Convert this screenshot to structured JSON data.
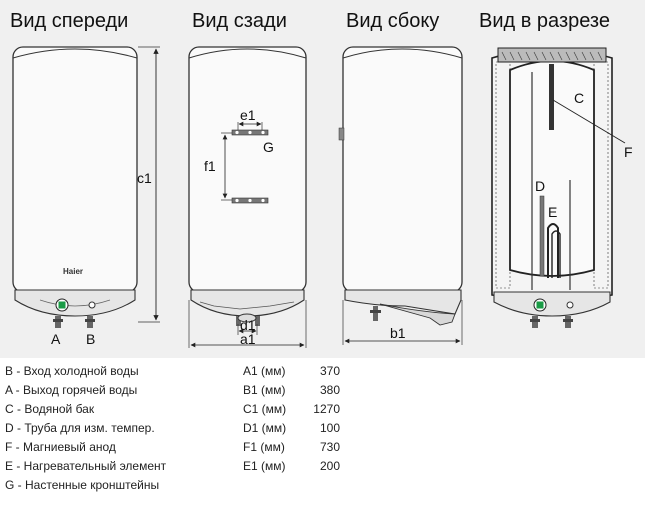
{
  "views": {
    "front": "Вид спереди",
    "back": "Вид сзади",
    "side": "Вид сбоку",
    "section": "Вид в разрезе"
  },
  "dimensions": {
    "a1": "a1",
    "b1": "b1",
    "c1": "c1",
    "d1": "d1",
    "e1": "e1",
    "f1": "f1"
  },
  "part_labels": {
    "A": "A",
    "B": "B",
    "C": "C",
    "D": "D",
    "E": "E",
    "F": "F",
    "G": "G"
  },
  "brand": "Haier",
  "specs": [
    {
      "label": "B - Вход холодной воды",
      "dim": "A1 (мм)",
      "value": "370"
    },
    {
      "label": "A - Выход горячей воды",
      "dim": "B1 (мм)",
      "value": "380"
    },
    {
      "label": "C - Водяной бак",
      "dim": "C1 (мм)",
      "value": "1270"
    },
    {
      "label": "D - Труба для изм. темпер.",
      "dim": "D1 (мм)",
      "value": "100"
    },
    {
      "label": "F - Магниевый анод",
      "dim": "F1 (мм)",
      "value": "730"
    },
    {
      "label": "E - Нагревательный элемент",
      "dim": "E1 (мм)",
      "value": "200"
    },
    {
      "label": "G - Настенные кронштейны",
      "dim": "",
      "value": ""
    }
  ]
}
